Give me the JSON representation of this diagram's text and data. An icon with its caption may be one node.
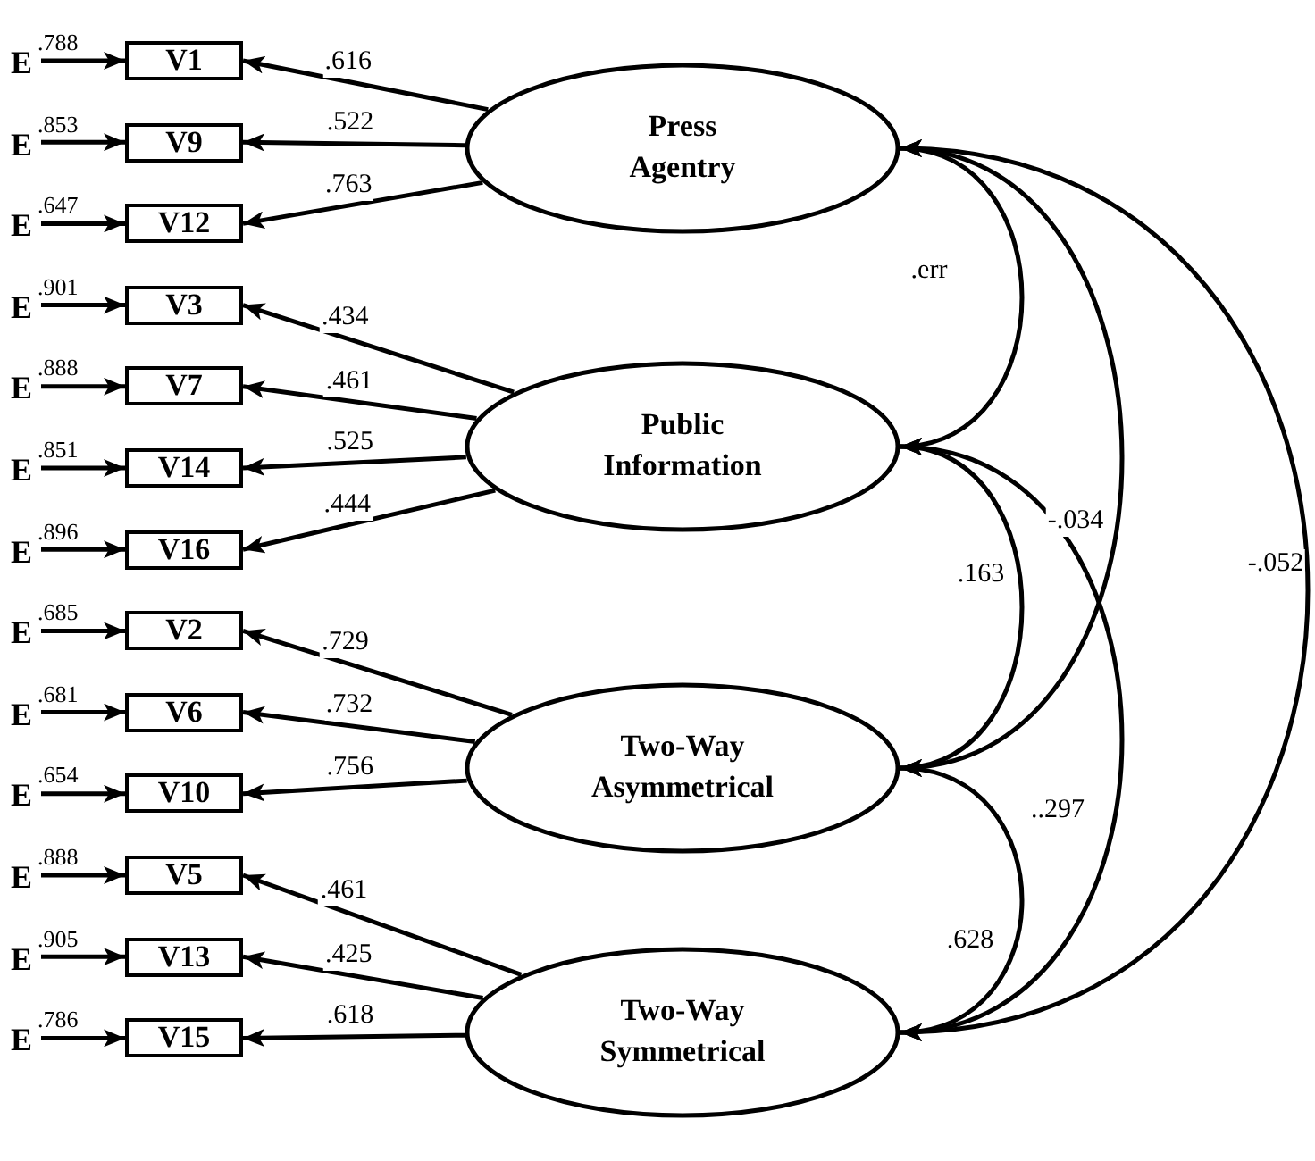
{
  "diagram": {
    "nodes": [
      {
        "text": [
          "Press Agentry"
        ]
      },
      {
        "text": [
          "Public Information"
        ]
      },
      {
        "text": [
          "Two-Way Asymmetrical"
        ]
      },
      {
        "text": [
          "Two-Way Symmetrical"
        ]
      },
      {
        "text": [
          "V1"
        ]
      },
      {
        "text": [
          "V9"
        ]
      },
      {
        "text": [
          "V12"
        ]
      },
      {
        "text": [
          "V3"
        ]
      },
      {
        "text": [
          "V7"
        ]
      },
      {
        "text": [
          "V14"
        ]
      },
      {
        "text": [
          "V16"
        ]
      },
      {
        "text": [
          "V2"
        ]
      },
      {
        "text": [
          "V6"
        ]
      },
      {
        "text": [
          "V10"
        ]
      },
      {
        "text": [
          "V5"
        ]
      },
      {
        "text": [
          "V13"
        ]
      },
      {
        "text": [
          "V15"
        ]
      },
      {
        "text": [
          "E"
        ],
        "beside": [
          ".788"
        ]
      },
      {
        "text": [
          "E"
        ],
        "beside": [
          ".853"
        ]
      },
      {
        "text": [
          "E"
        ],
        "beside": [
          ".647"
        ]
      },
      {
        "text": [
          "E"
        ],
        "beside": [
          ".901"
        ]
      },
      {
        "text": [
          "E"
        ],
        "beside": [
          ".888"
        ]
      },
      {
        "text": [
          "E"
        ],
        "beside": [
          ".851"
        ]
      },
      {
        "text": [
          "E"
        ],
        "beside": [
          ".896"
        ]
      },
      {
        "text": [
          "E"
        ],
        "beside": [
          ".685"
        ]
      },
      {
        "text": [
          "E"
        ],
        "beside": [
          ".681"
        ]
      },
      {
        "text": [
          "E"
        ],
        "beside": [
          ".654"
        ]
      },
      {
        "text": [
          "E"
        ],
        "beside": [
          ".888"
        ]
      },
      {
        "text": [
          "E"
        ],
        "beside": [
          ".905"
        ]
      },
      {
        "text": [
          "E"
        ],
        "beside": [
          ".786"
        ]
      }
    ],
    "edges": [
      {
        "from": 0,
        "to": 4,
        "arrow": "to",
        "label": ".616"
      },
      {
        "from": 0,
        "to": 5,
        "arrow": "to",
        "label": ".522"
      },
      {
        "from": 0,
        "to": 6,
        "arrow": "to",
        "label": ".763"
      },
      {
        "from": 1,
        "to": 7,
        "arrow": "to",
        "label": ".434"
      },
      {
        "from": 1,
        "to": 8,
        "arrow": "to",
        "label": ".461"
      },
      {
        "from": 1,
        "to": 9,
        "arrow": "to",
        "label": ".525"
      },
      {
        "from": 1,
        "to": 10,
        "arrow": "to",
        "label": ".444"
      },
      {
        "from": 2,
        "to": 11,
        "arrow": "to",
        "label": ".729"
      },
      {
        "from": 2,
        "to": 12,
        "arrow": "to",
        "label": ".732"
      },
      {
        "from": 2,
        "to": 13,
        "arrow": "to",
        "label": ".756"
      },
      {
        "from": 3,
        "to": 14,
        "arrow": "to",
        "label": ".461"
      },
      {
        "from": 3,
        "to": 15,
        "arrow": "to",
        "label": ".425"
      },
      {
        "from": 3,
        "to": 16,
        "arrow": "to",
        "label": ".618"
      },
      {
        "from": 17,
        "to": 4,
        "arrow": "to"
      },
      {
        "from": 18,
        "to": 5,
        "arrow": "to"
      },
      {
        "from": 19,
        "to": 6,
        "arrow": "to"
      },
      {
        "from": 20,
        "to": 7,
        "arrow": "to"
      },
      {
        "from": 21,
        "to": 8,
        "arrow": "to"
      },
      {
        "from": 22,
        "to": 9,
        "arrow": "to"
      },
      {
        "from": 23,
        "to": 10,
        "arrow": "to"
      },
      {
        "from": 24,
        "to": 11,
        "arrow": "to"
      },
      {
        "from": 25,
        "to": 12,
        "arrow": "to"
      },
      {
        "from": 26,
        "to": 13,
        "arrow": "to"
      },
      {
        "from": 27,
        "to": 14,
        "arrow": "to"
      },
      {
        "from": 28,
        "to": 15,
        "arrow": "to"
      },
      {
        "from": 29,
        "to": 16,
        "arrow": "to"
      },
      {
        "from": 0,
        "to": 1,
        "arrow": "both",
        "label": ".err"
      },
      {
        "from": 0,
        "to": 2,
        "arrow": "both",
        "label": "-.034"
      },
      {
        "from": 0,
        "to": 3,
        "arrow": "both",
        "label": "-.052"
      },
      {
        "from": 1,
        "to": 2,
        "arrow": "both",
        "label": ".163"
      },
      {
        "from": 1,
        "to": 3,
        "arrow": "both",
        "label": "..297"
      },
      {
        "from": 2,
        "to": 3,
        "arrow": "both",
        "label": ".628"
      }
    ]
  }
}
